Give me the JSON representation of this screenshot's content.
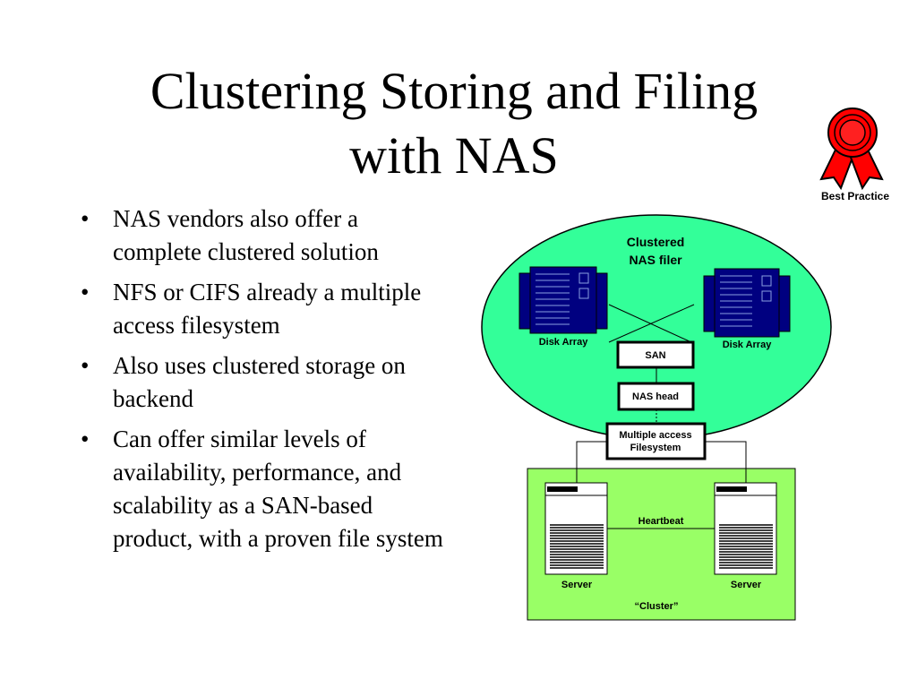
{
  "slide": {
    "title_line1": "Clustering Storing and Filing",
    "title_line2": "with NAS",
    "bullets": [
      "NAS vendors also offer a complete clustered solution",
      "NFS or CIFS already a multiple access filesystem",
      "Also uses clustered storage on backend",
      "Can offer similar levels of availability, performance, and scalability as a SAN-based product, with a proven file system"
    ],
    "bullet_glyph": "•",
    "badge": {
      "label": "Best Practice",
      "icon": "ribbon-rosette-icon",
      "color": "#ff0000"
    }
  },
  "diagram": {
    "filer_title_line1": "Clustered",
    "filer_title_line2": "NAS filer",
    "disk_array_left": "Disk Array",
    "disk_array_right": "Disk Array",
    "san": "SAN",
    "nas_head": "NAS head",
    "mafs_line1": "Multiple access",
    "mafs_line2": "Filesystem",
    "heartbeat": "Heartbeat",
    "server_left": "Server",
    "server_right": "Server",
    "cluster": "“Cluster”",
    "colors": {
      "ellipse_fill": "#33ff99",
      "cluster_fill": "#99ff66",
      "disk_array": "#000080"
    }
  }
}
